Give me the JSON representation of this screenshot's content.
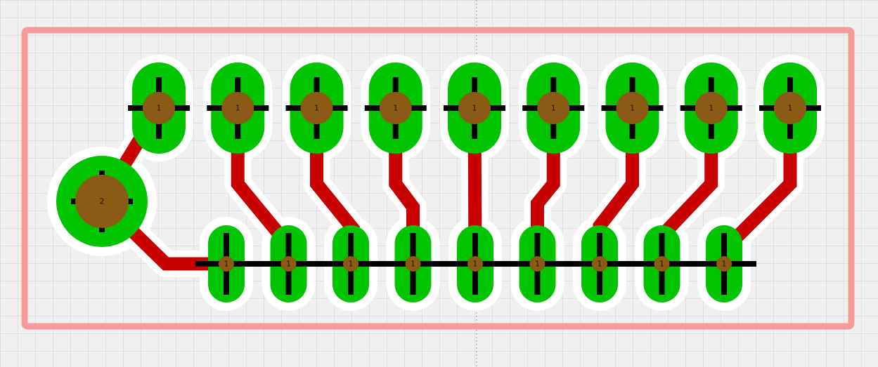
{
  "colors": {
    "background": "#f0f0f0",
    "grid": "#cfcfcf",
    "outline": "#f79a9a",
    "trace": "#c80000",
    "pad": "#00c400",
    "drill": "#8b5a14",
    "clearance": "#ffffff",
    "cross": "#000000"
  },
  "top_row": {
    "count": 9,
    "pad_label": "1"
  },
  "bottom_row": {
    "count": 9,
    "pad_label": "1"
  },
  "large_pad": {
    "label": "2"
  }
}
